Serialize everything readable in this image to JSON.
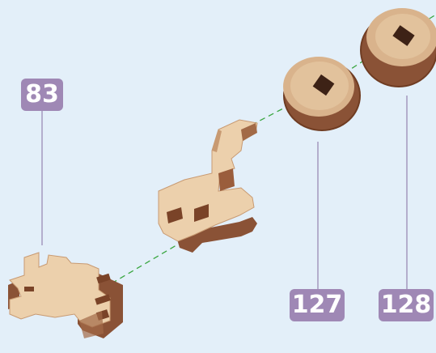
{
  "colors": {
    "background": "#e3eff9",
    "badge": "#9f88b5",
    "leader_line": "#9a8bb5",
    "axis_line": "#3aa640",
    "wood_face": "#ecd0ac",
    "wood_edge": "#8a5236"
  },
  "callouts": [
    {
      "id": "83",
      "label": "83"
    },
    {
      "id": "127",
      "label": "127"
    },
    {
      "id": "128",
      "label": "128"
    }
  ],
  "parts": [
    {
      "callout": "83",
      "shape": "toothed-bracket"
    },
    {
      "callout": null,
      "shape": "stepped-block"
    },
    {
      "callout": "127",
      "shape": "washer-square-hole"
    },
    {
      "callout": "128",
      "shape": "washer-square-hole"
    }
  ],
  "assembly_axis": {
    "style": "dashed"
  }
}
